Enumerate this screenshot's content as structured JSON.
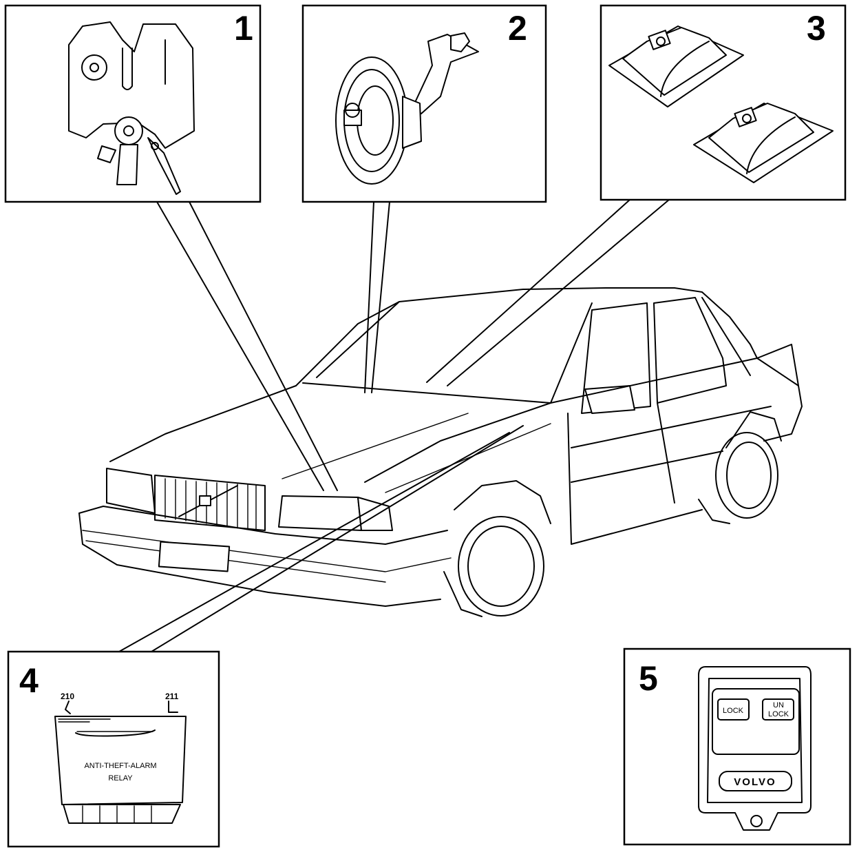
{
  "callouts": [
    {
      "number": "1",
      "part": "hood-latch"
    },
    {
      "number": "2",
      "part": "horn"
    },
    {
      "number": "3",
      "part": "door-contacts"
    },
    {
      "number": "4",
      "part": "alarm-relay"
    },
    {
      "number": "5",
      "part": "remote-key"
    }
  ],
  "relay": {
    "terminal_left": "210",
    "terminal_right": "211",
    "label_line1": "ANTI-THEFT-ALARM",
    "label_line2": "RELAY"
  },
  "remote": {
    "lock_label": "LOCK",
    "unlock_line1": "UN",
    "unlock_line2": "LOCK",
    "brand": "VOLVO"
  }
}
